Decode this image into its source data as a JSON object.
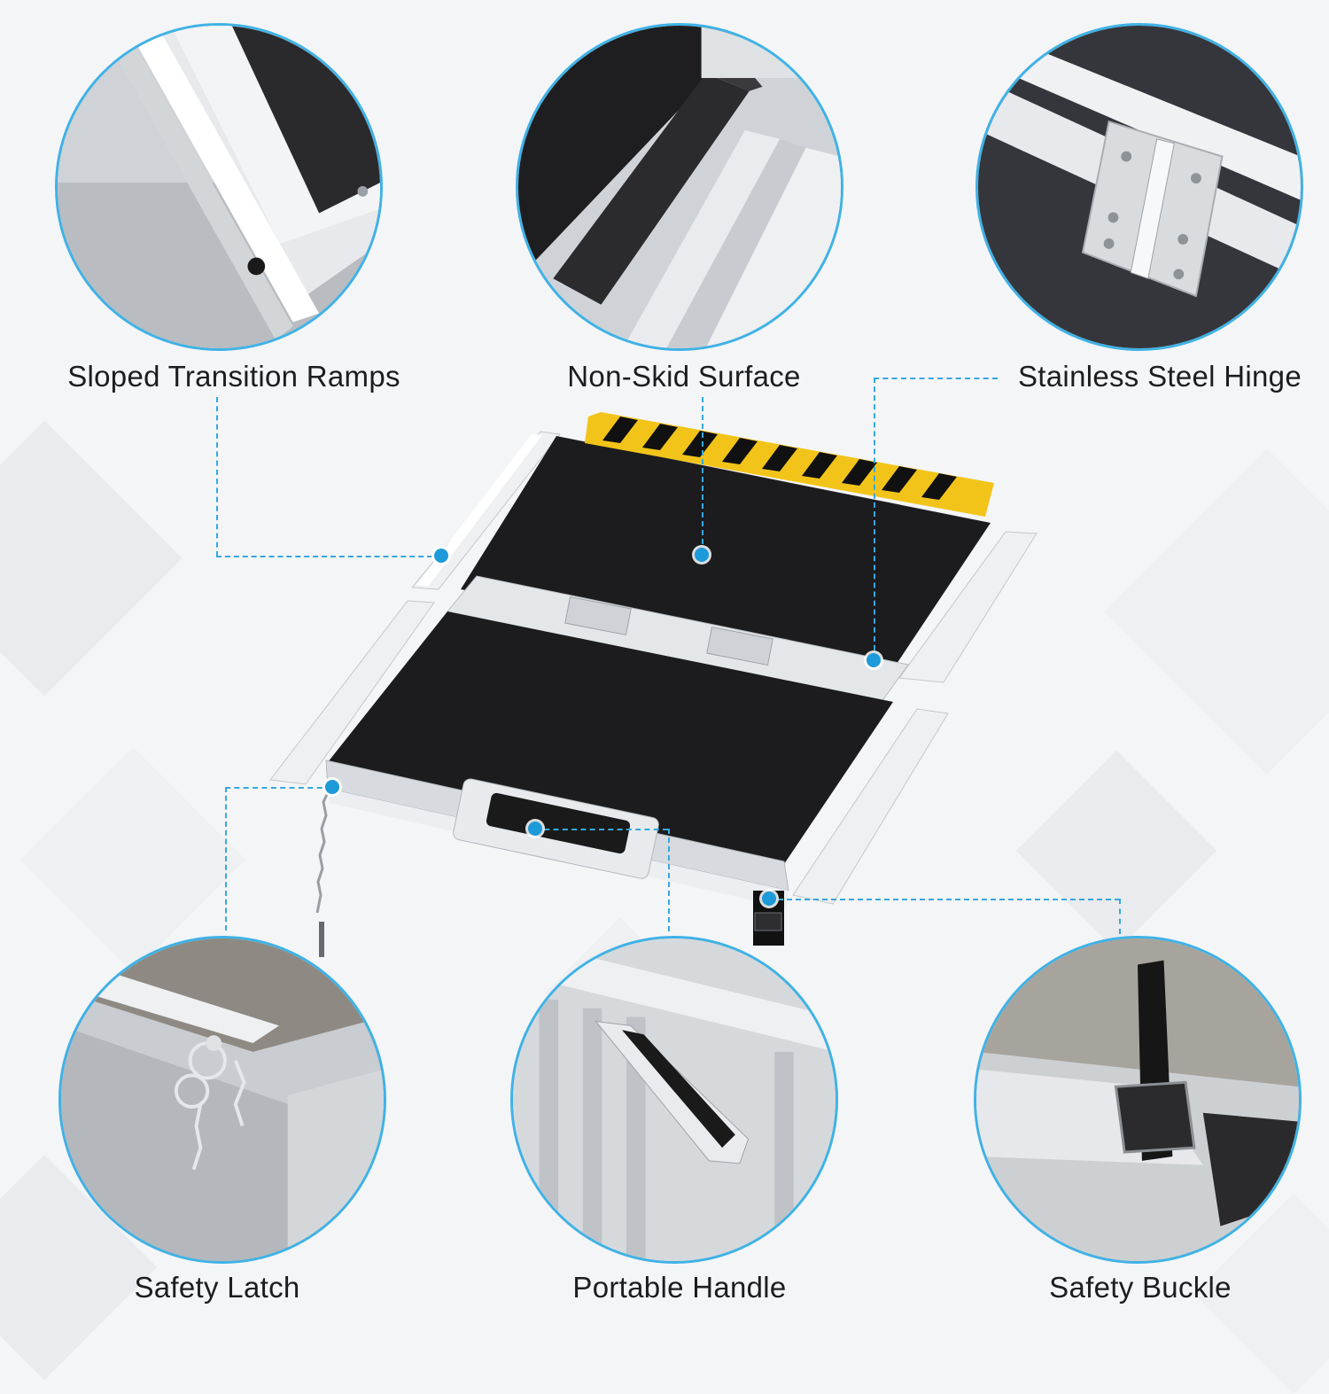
{
  "features": [
    {
      "id": "sloped",
      "label": "Sloped Transition Ramps",
      "icon": "ramp-edge-closeup"
    },
    {
      "id": "nonskid",
      "label": "Non-Skid Surface",
      "icon": "nonskid-closeup"
    },
    {
      "id": "hinge",
      "label": "Stainless Steel Hinge",
      "icon": "hinge-closeup"
    },
    {
      "id": "latch",
      "label": "Safety Latch",
      "icon": "latch-closeup"
    },
    {
      "id": "handle",
      "label": "Portable Handle",
      "icon": "handle-closeup"
    },
    {
      "id": "buckle",
      "label": "Safety Buckle",
      "icon": "buckle-closeup"
    }
  ],
  "colors": {
    "accent": "#35a8df",
    "dot": "#1c9ad9",
    "surface": "#1b1b1b",
    "aluminum": "#e3e6ea",
    "warning_yellow": "#f2c419",
    "warning_black": "#111111"
  }
}
